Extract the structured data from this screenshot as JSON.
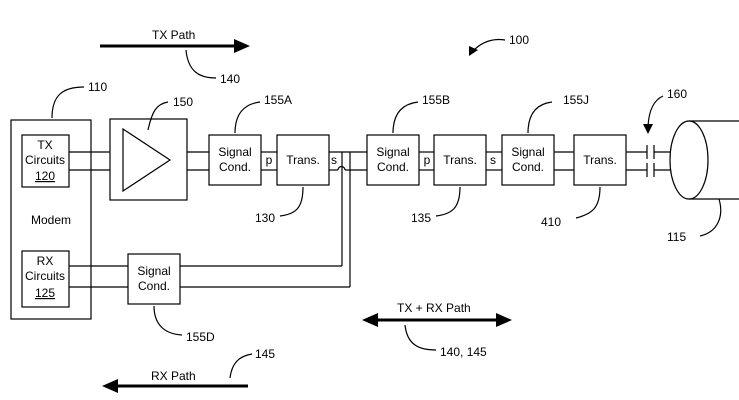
{
  "labels": {
    "tx_path": "TX Path",
    "rx_path": "RX Path",
    "txrx_path": "TX + RX Path",
    "ref_140": "140",
    "ref_145": "145",
    "ref_140_145": "140, 145",
    "ref_100": "100",
    "ref_110": "110",
    "ref_150": "150",
    "ref_155A": "155A",
    "ref_155B": "155B",
    "ref_155J": "155J",
    "ref_155D": "155D",
    "ref_160": "160",
    "ref_130": "130",
    "ref_135": "135",
    "ref_410": "410",
    "ref_115": "115",
    "ref_120": "120",
    "ref_125": "125"
  },
  "modem": {
    "label": "Modem",
    "tx_line1": "TX",
    "tx_line2": "Circuits",
    "rx_line1": "RX",
    "rx_line2": "Circuits"
  },
  "signal_cond": {
    "line1": "Signal",
    "line2": "Cond."
  },
  "trans": {
    "label": "Trans."
  },
  "ports": {
    "p": "p",
    "s": "s"
  }
}
